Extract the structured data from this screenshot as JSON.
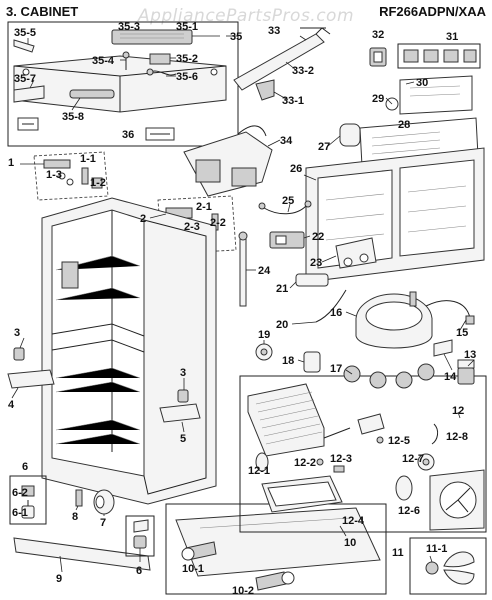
{
  "header": {
    "section_title": "3. CABINET",
    "model_number": "RF266ADPN/XAA",
    "watermark": "AppliancePartsPros.com"
  },
  "callouts": {
    "c1": "1",
    "c1_1": "1-1",
    "c1_2": "1-2",
    "c1_3": "1-3",
    "c2": "2",
    "c2_1": "2-1",
    "c2_2": "2-2",
    "c2_3": "2-3",
    "c3a": "3",
    "c3b": "3",
    "c4": "4",
    "c5": "5",
    "c6a": "6",
    "c6_1": "6-1",
    "c6_2": "6-2",
    "c6b": "6",
    "c7": "7",
    "c8": "8",
    "c9": "9",
    "c10": "10",
    "c10_1": "10-1",
    "c10_2": "10-2",
    "c11": "11",
    "c11_1": "11-1",
    "c12": "12",
    "c12_1": "12-1",
    "c12_2": "12-2",
    "c12_3": "12-3",
    "c12_4": "12-4",
    "c12_5": "12-5",
    "c12_6": "12-6",
    "c12_7": "12-7",
    "c12_8": "12-8",
    "c13": "13",
    "c14": "14",
    "c15": "15",
    "c16": "16",
    "c17": "17",
    "c18": "18",
    "c19": "19",
    "c20": "20",
    "c21": "21",
    "c22": "22",
    "c23": "23",
    "c24": "24",
    "c25": "25",
    "c26": "26",
    "c27": "27",
    "c28": "28",
    "c29": "29",
    "c30": "30",
    "c31": "31",
    "c32": "32",
    "c33": "33",
    "c33_1": "33-1",
    "c33_2": "33-2",
    "c34": "34",
    "c35": "35",
    "c35_1": "35-1",
    "c35_2": "35-2",
    "c35_3": "35-3",
    "c35_4": "35-4",
    "c35_5": "35-5",
    "c35_6": "35-6",
    "c35_7": "35-7",
    "c35_8": "35-8",
    "c36": "36"
  }
}
